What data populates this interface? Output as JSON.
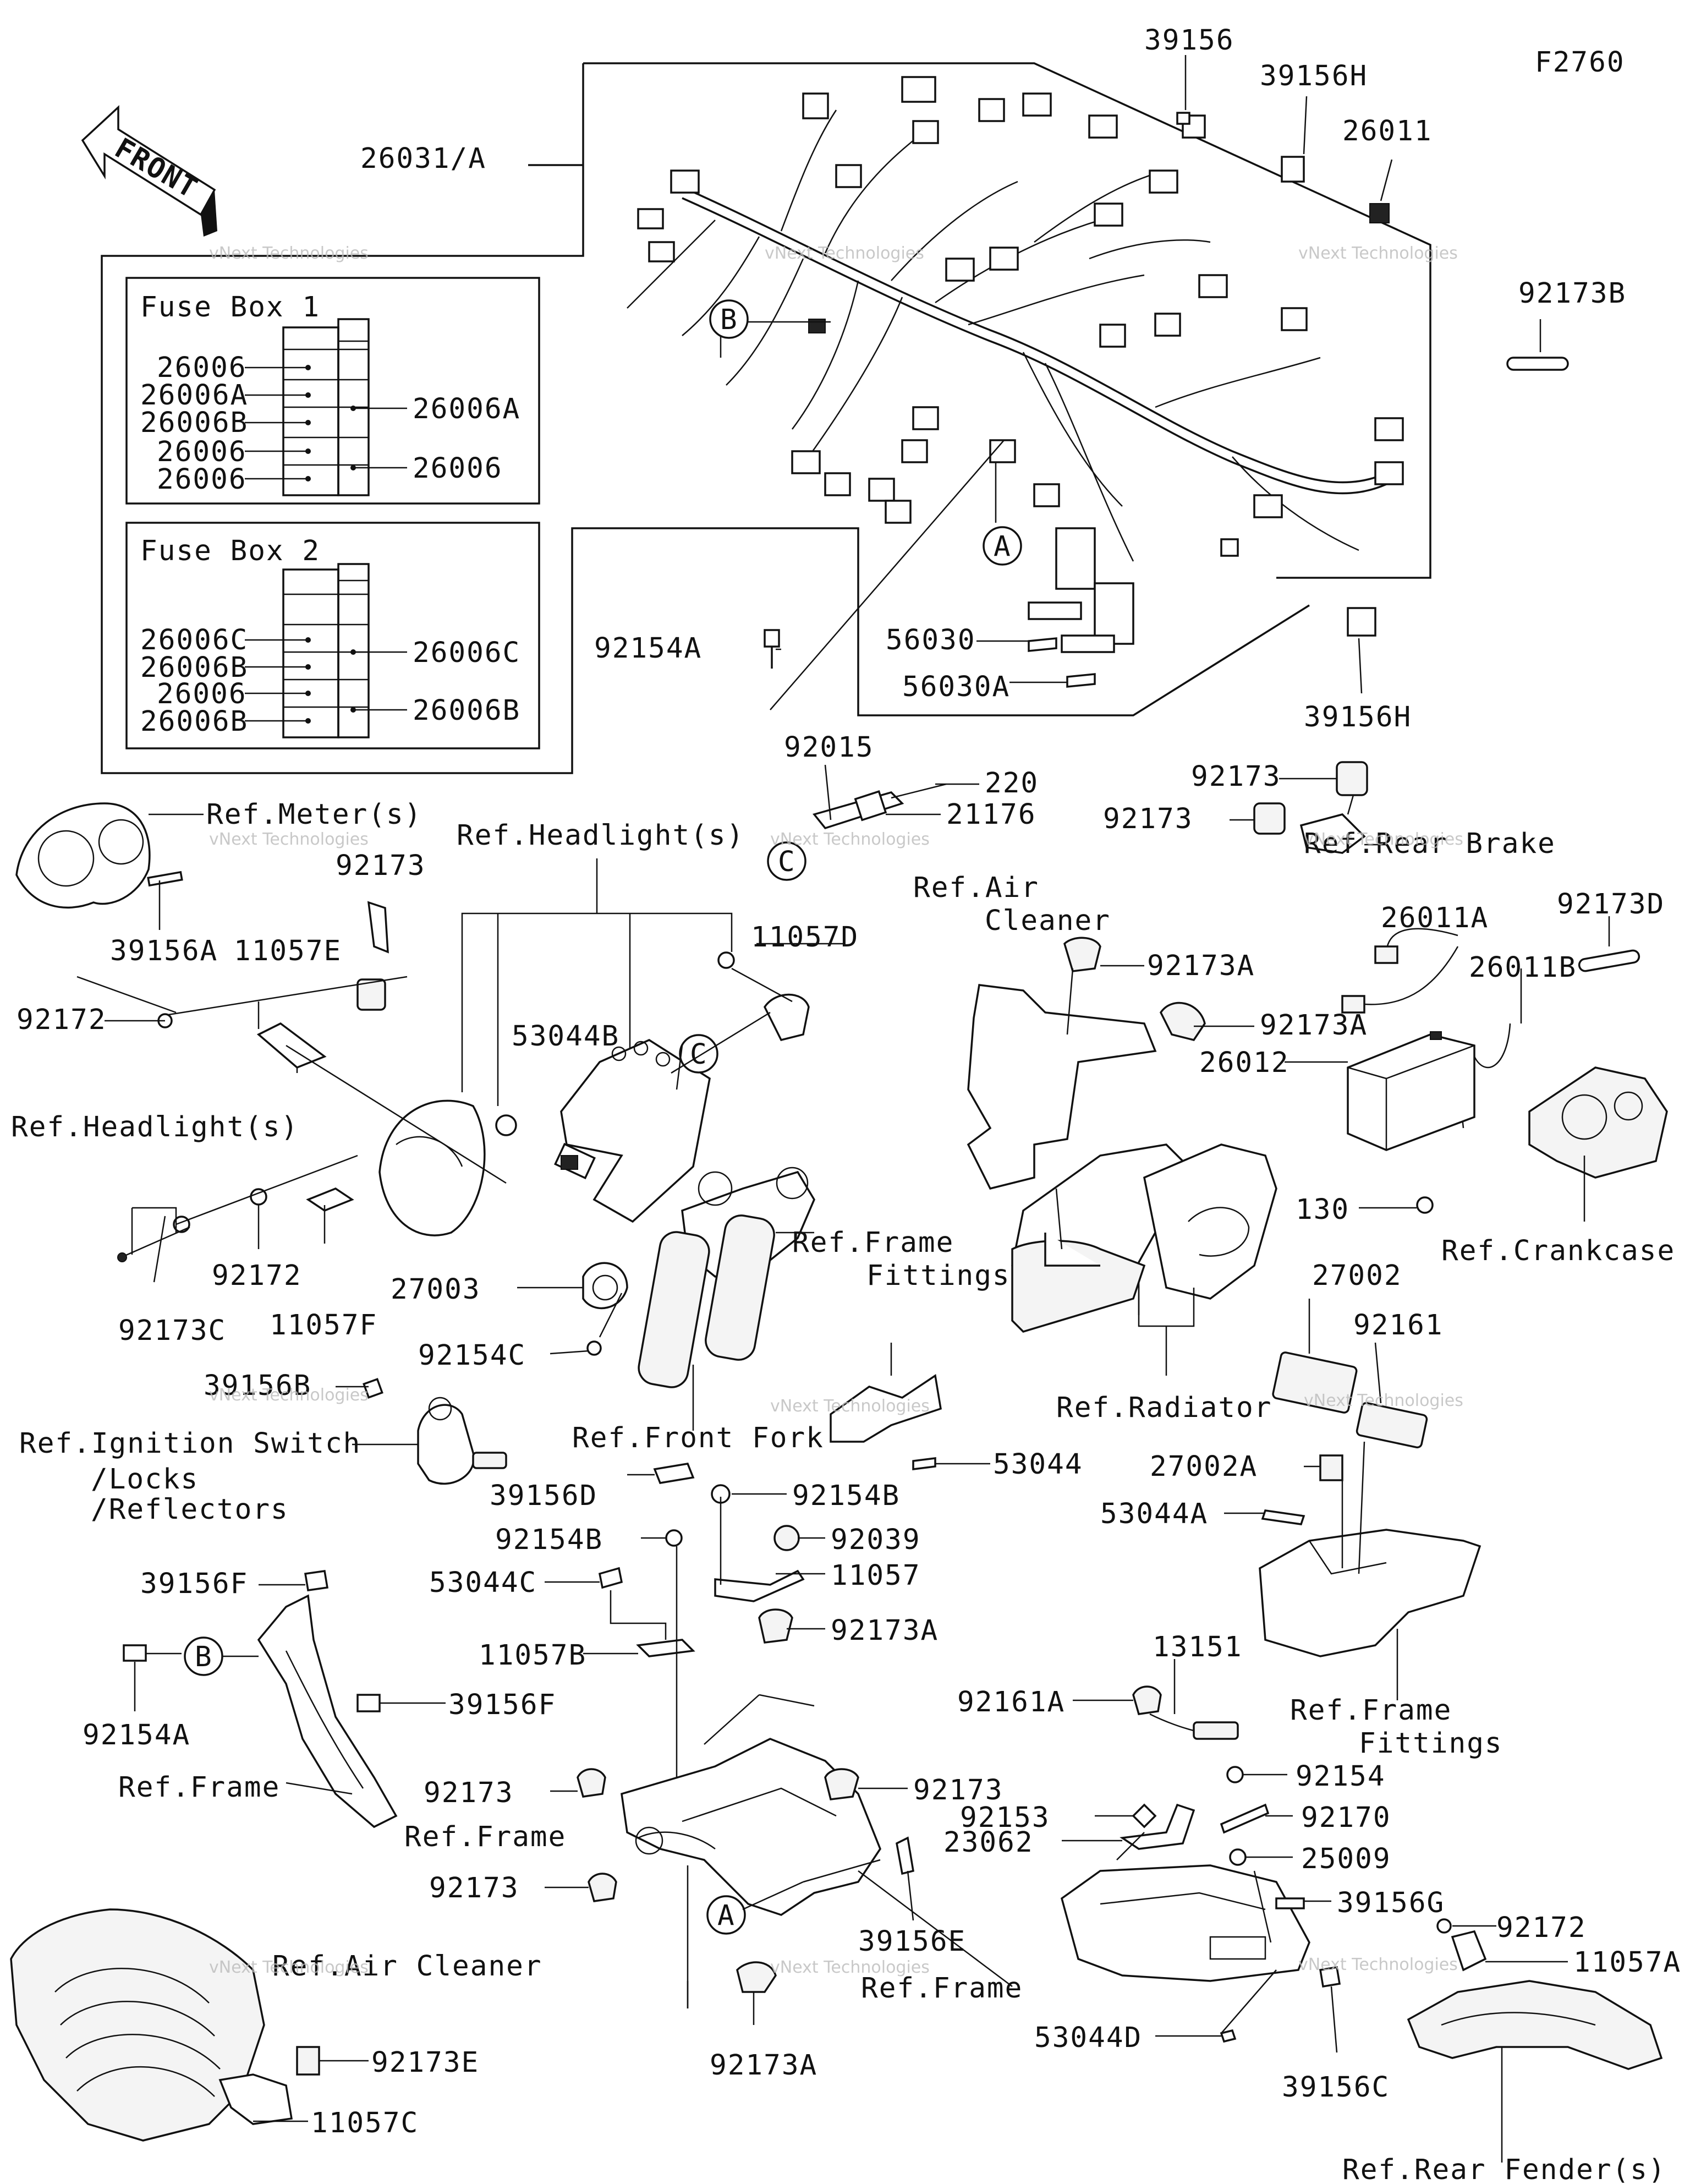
{
  "figure_code": "F2760",
  "front_label": "FRONT",
  "fuse_box_1": {
    "title": "Fuse Box 1",
    "left_labels": [
      "26006",
      "26006A",
      "26006B",
      "26006",
      "26006"
    ],
    "right_labels": [
      "26006A",
      "26006"
    ]
  },
  "fuse_box_2": {
    "title": "Fuse Box 2",
    "left_labels": [
      "26006C",
      "26006B",
      "26006",
      "26006B"
    ],
    "right_labels": [
      "26006C",
      "26006B"
    ]
  },
  "callouts": {
    "A": "A",
    "B": "B",
    "C": "C"
  },
  "parts": {
    "p26031A": "26031/A",
    "p39156": "39156",
    "p39156H_top": "39156H",
    "p26011": "26011",
    "p92173B": "92173B",
    "p92154A_top": "92154A",
    "p56030": "56030",
    "p56030A": "56030A",
    "p39156H_bot": "39156H",
    "p92015": "92015",
    "p220": "220",
    "p21176": "21176",
    "p92173_rb1": "92173",
    "p92173_rb2": "92173",
    "p92173_left": "92173",
    "p39156A": "39156A",
    "p11057E": "11057E",
    "p92172_a": "92172",
    "p92172_b": "92172",
    "p92173C": "92173C",
    "p11057F": "11057F",
    "p11057D": "11057D",
    "p53044B": "53044B",
    "p27003": "27003",
    "p92154C": "92154C",
    "p39156B": "39156B",
    "p92173A_a": "92173A",
    "p92173A_b": "92173A",
    "p26011A": "26011A",
    "p26011B": "26011B",
    "p92173D": "92173D",
    "p26012": "26012",
    "p130": "130",
    "p53044": "53044",
    "p27002": "27002",
    "p92161": "92161",
    "p27002A": "27002A",
    "p53044A": "53044A",
    "p39156D": "39156D",
    "p92154B_a": "92154B",
    "p92154B_b": "92154B",
    "p92039": "92039",
    "p11057": "11057",
    "p53044C": "53044C",
    "p92173A_c": "92173A",
    "p11057B": "11057B",
    "p39156F_a": "39156F",
    "p39156F_b": "39156F",
    "p92154A_bot": "92154A",
    "p92173_f1": "92173",
    "p92173_f2": "92173",
    "p92173_f3": "92173",
    "p39156E": "39156E",
    "p92173A_d": "92173A",
    "p92173E": "92173E",
    "p11057C": "11057C",
    "p13151": "13151",
    "p92161A": "92161A",
    "p92154": "92154",
    "p92153": "92153",
    "p92170": "92170",
    "p23062": "23062",
    "p25009": "25009",
    "p39156G": "39156G",
    "p92172_c": "92172",
    "p11057A": "11057A",
    "p53044D": "53044D",
    "p39156C": "39156C"
  },
  "refs": {
    "meters": "Ref.Meter(s)",
    "headlights_top": "Ref.Headlight(s)",
    "headlights_left": "Ref.Headlight(s)",
    "rear_brake": "Ref.Rear Brake",
    "air_cleaner_1": "Ref.Air",
    "air_cleaner_2": "Cleaner",
    "crankcase": "Ref.Crankcase",
    "frame_fittings_1a": "Ref.Frame",
    "frame_fittings_1b": "Fittings",
    "radiator": "Ref.Radiator",
    "front_fork": "Ref.Front Fork",
    "ignition_1": "Ref.Ignition Switch",
    "ignition_2": "/Locks",
    "ignition_3": "/Reflectors",
    "frame_fittings_2a": "Ref.Frame",
    "frame_fittings_2b": "Fittings",
    "frame_a": "Ref.Frame",
    "frame_b": "Ref.Frame",
    "frame_c": "Ref.Frame",
    "air_cleaner_bottom": "Ref.Air Cleaner",
    "rear_fender": "Ref.Rear Fender(s)"
  },
  "watermark": {
    "line1": "vNext Technologies",
    "line2": "vNext Technologies"
  }
}
